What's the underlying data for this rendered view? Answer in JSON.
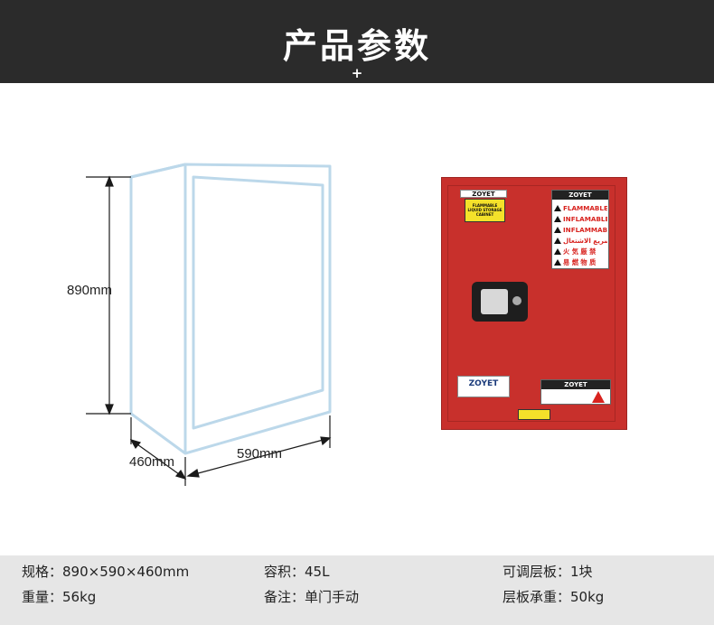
{
  "header": {
    "title": "产品参数",
    "plus": "+"
  },
  "dimensions": {
    "height": "890mm",
    "depth": "460mm",
    "width": "590mm"
  },
  "cabinet": {
    "brand": "ZOYET",
    "warning_label": "FLAMMABLE LIQUID STORAGE CABINET",
    "hazard_lines": [
      "FLAMMABLE",
      "INFLAMABLE",
      "INFLAMMABLE",
      "سريع الاشتعال",
      "火 気 厳 禁",
      "易 燃 物 质"
    ],
    "colors": {
      "body": "#c8302c",
      "label": "#f4e12a",
      "hazard_text": "#d8231f"
    }
  },
  "specs": {
    "row1": [
      {
        "label": "规格：",
        "value": "890×590×460mm"
      },
      {
        "label": "容积：",
        "value": "45L"
      },
      {
        "label": "可调层板：",
        "value": "1块"
      }
    ],
    "row2": [
      {
        "label": "重量：",
        "value": "56kg"
      },
      {
        "label": "备注：",
        "value": "单门手动"
      },
      {
        "label": "层板承重：",
        "value": "50kg"
      }
    ]
  }
}
